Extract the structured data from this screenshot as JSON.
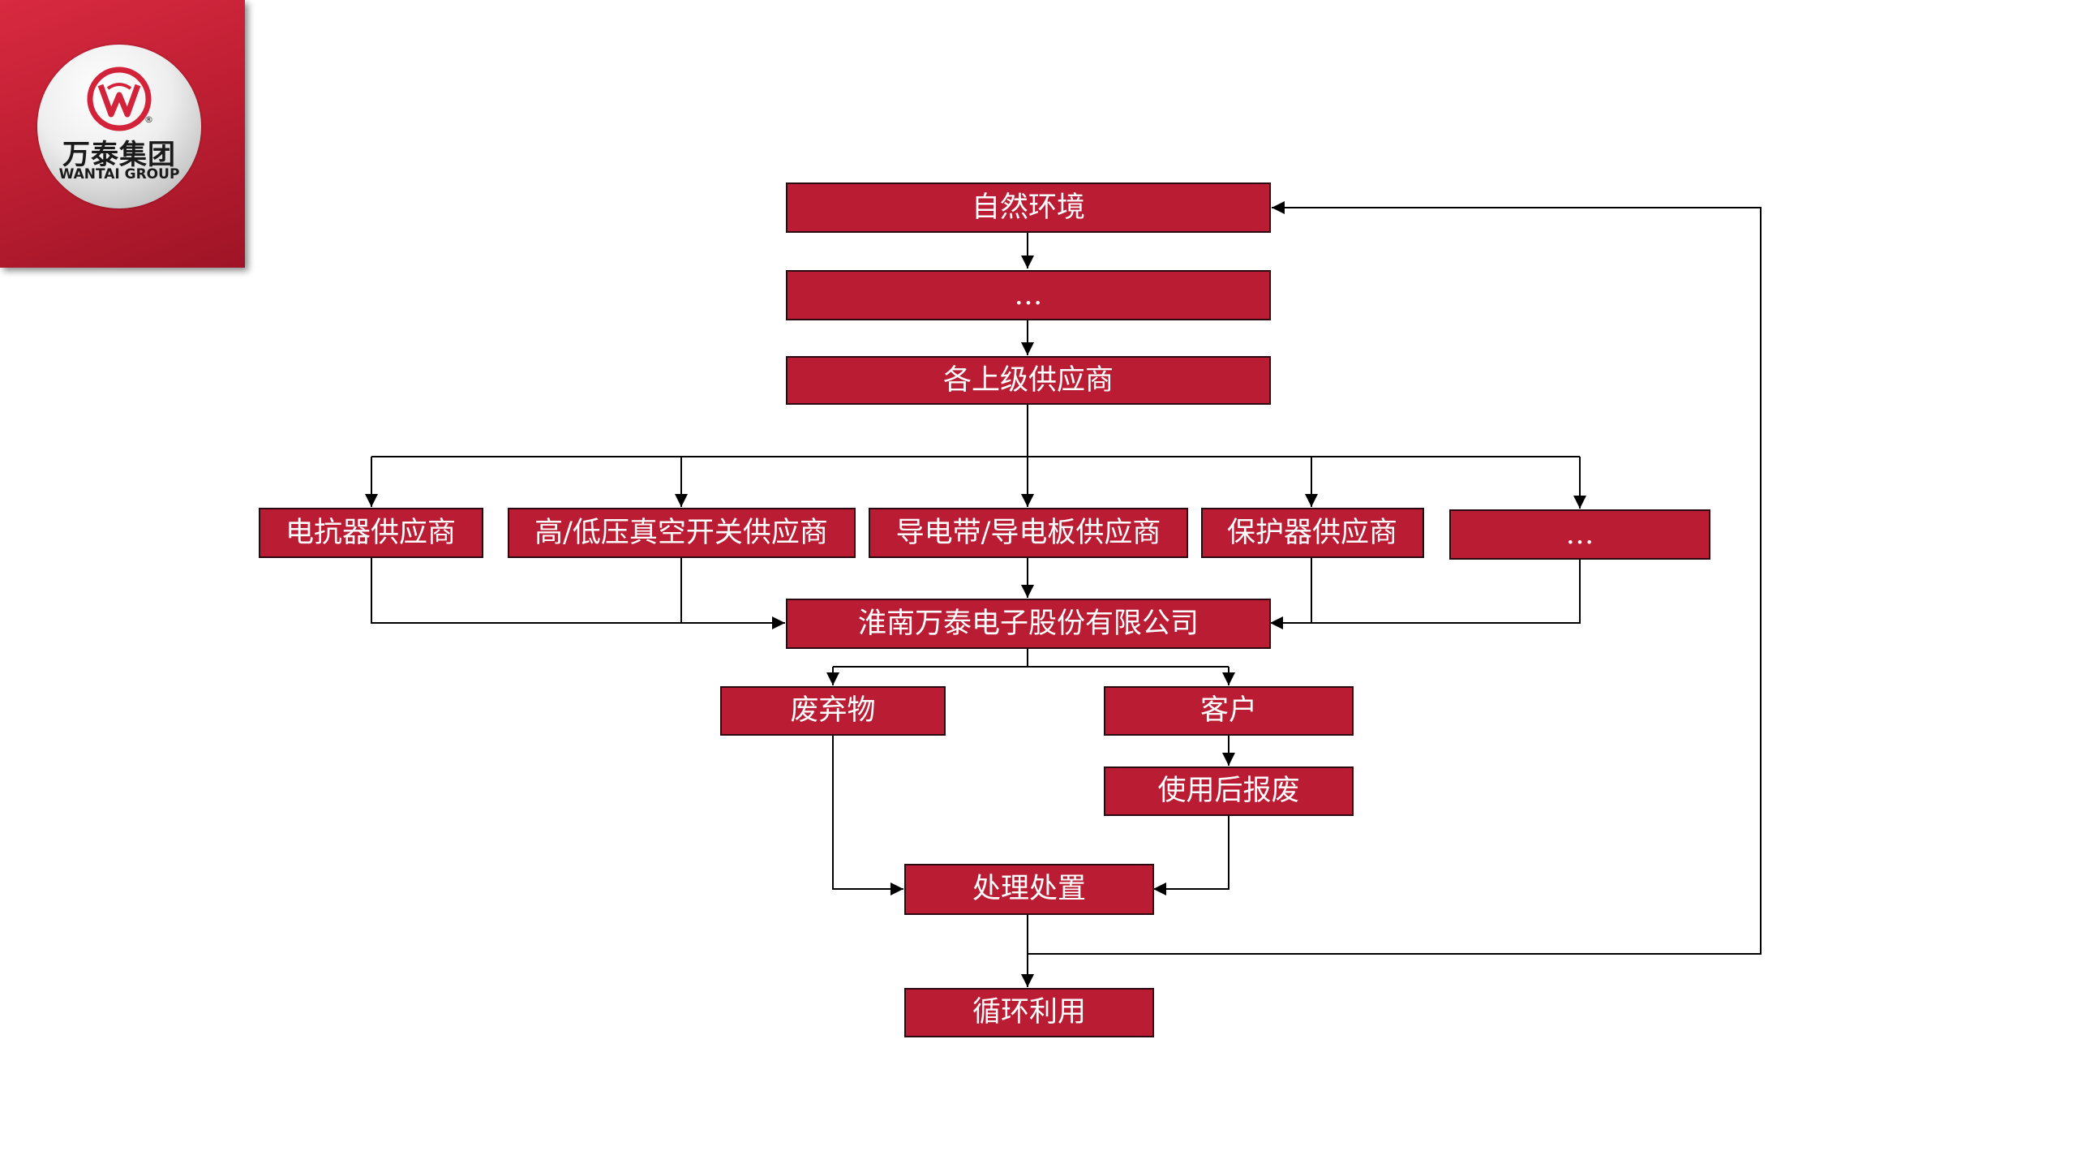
{
  "logo": {
    "name_cn": "万泰集团",
    "name_en": "WANTAI GROUP",
    "registered_mark": "®"
  },
  "colors": {
    "box_fill": "#ba1d33",
    "corner_red": "#c01f33",
    "arrow": "#000000",
    "box_text": "#ffffff"
  },
  "nodes": {
    "natural_environment": "自然环境",
    "ellipsis_top": "…",
    "upstream_suppliers": "各上级供应商",
    "reactor_supplier": "电抗器供应商",
    "vacuum_switch_supplier": "高/低压真空开关供应商",
    "conductor_supplier": "导电带/导电板供应商",
    "protector_supplier": "保护器供应商",
    "ellipsis_suppliers": "…",
    "company": "淮南万泰电子股份有限公司",
    "waste": "废弃物",
    "customer": "客户",
    "scrapped": "使用后报废",
    "disposal": "处理处置",
    "recycling": "循环利用"
  }
}
